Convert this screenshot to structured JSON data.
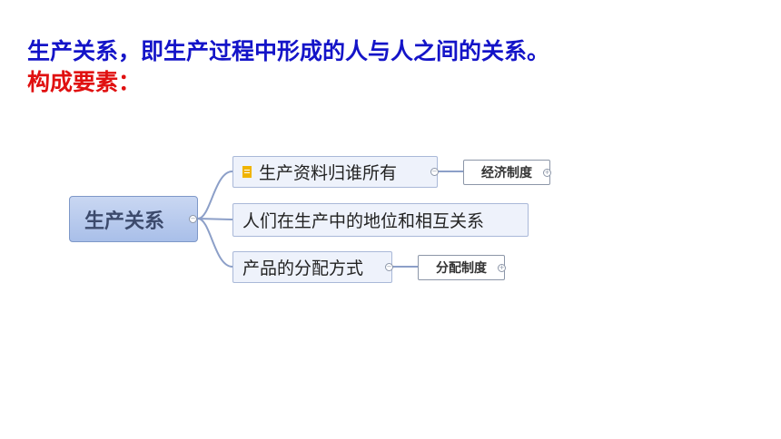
{
  "headings": {
    "definition": "生产关系，即生产过程中形成的人与人之间的关系。",
    "elements_label": "构成要素："
  },
  "mindmap": {
    "root": "生产关系",
    "branches": [
      {
        "label": "生产资料归谁所有",
        "icon": "document-icon",
        "child": "经济制度"
      },
      {
        "label": "人们在生产中的地位和相互关系"
      },
      {
        "label": "产品的分配方式",
        "child": "分配制度"
      }
    ],
    "toggle_symbols": {
      "collapse": "−",
      "expand": "+"
    }
  },
  "colors": {
    "definition_text": "#1414c8",
    "elements_label_text": "#e01010",
    "root_fill": "#b9cbee",
    "branch_fill": "#eef2fb",
    "document_icon": "#f0b400"
  }
}
